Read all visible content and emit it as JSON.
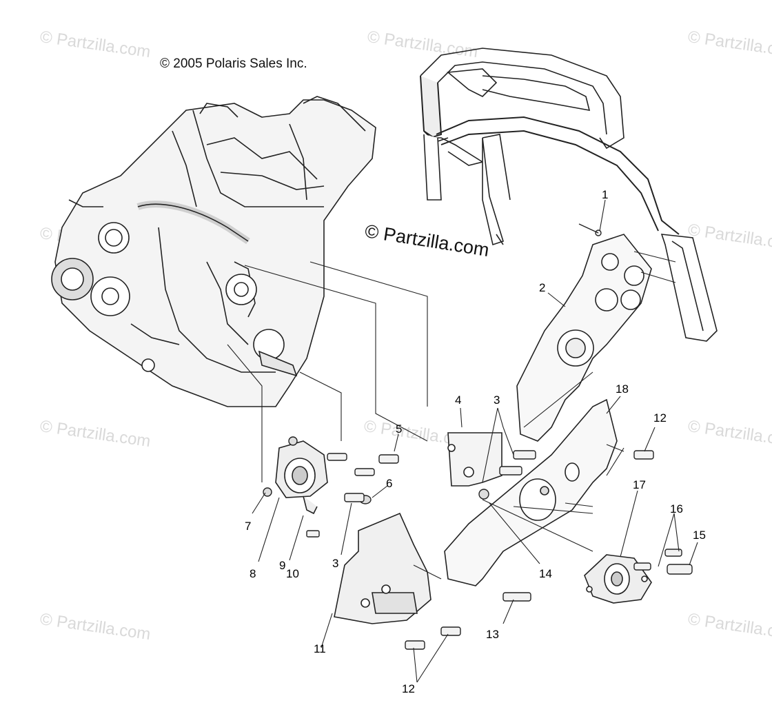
{
  "copyright": "© 2005 Polaris Sales Inc.",
  "brand": "© Partzilla.com",
  "watermarks": [
    "© Partzilla.com",
    "© Partzilla.com",
    "© Partzilla.com",
    "© Partzilla.com",
    "© Partzilla.com",
    "© Partzilla.com",
    "© Partzilla.com",
    "© Partzilla.com",
    "© Partzilla.com",
    "© Partzilla.com"
  ],
  "callouts": [
    "1",
    "2",
    "3",
    "3",
    "4",
    "5",
    "6",
    "7",
    "8",
    "9",
    "10",
    "3",
    "11",
    "12",
    "12",
    "13",
    "14",
    "15",
    "16",
    "17",
    "18"
  ]
}
